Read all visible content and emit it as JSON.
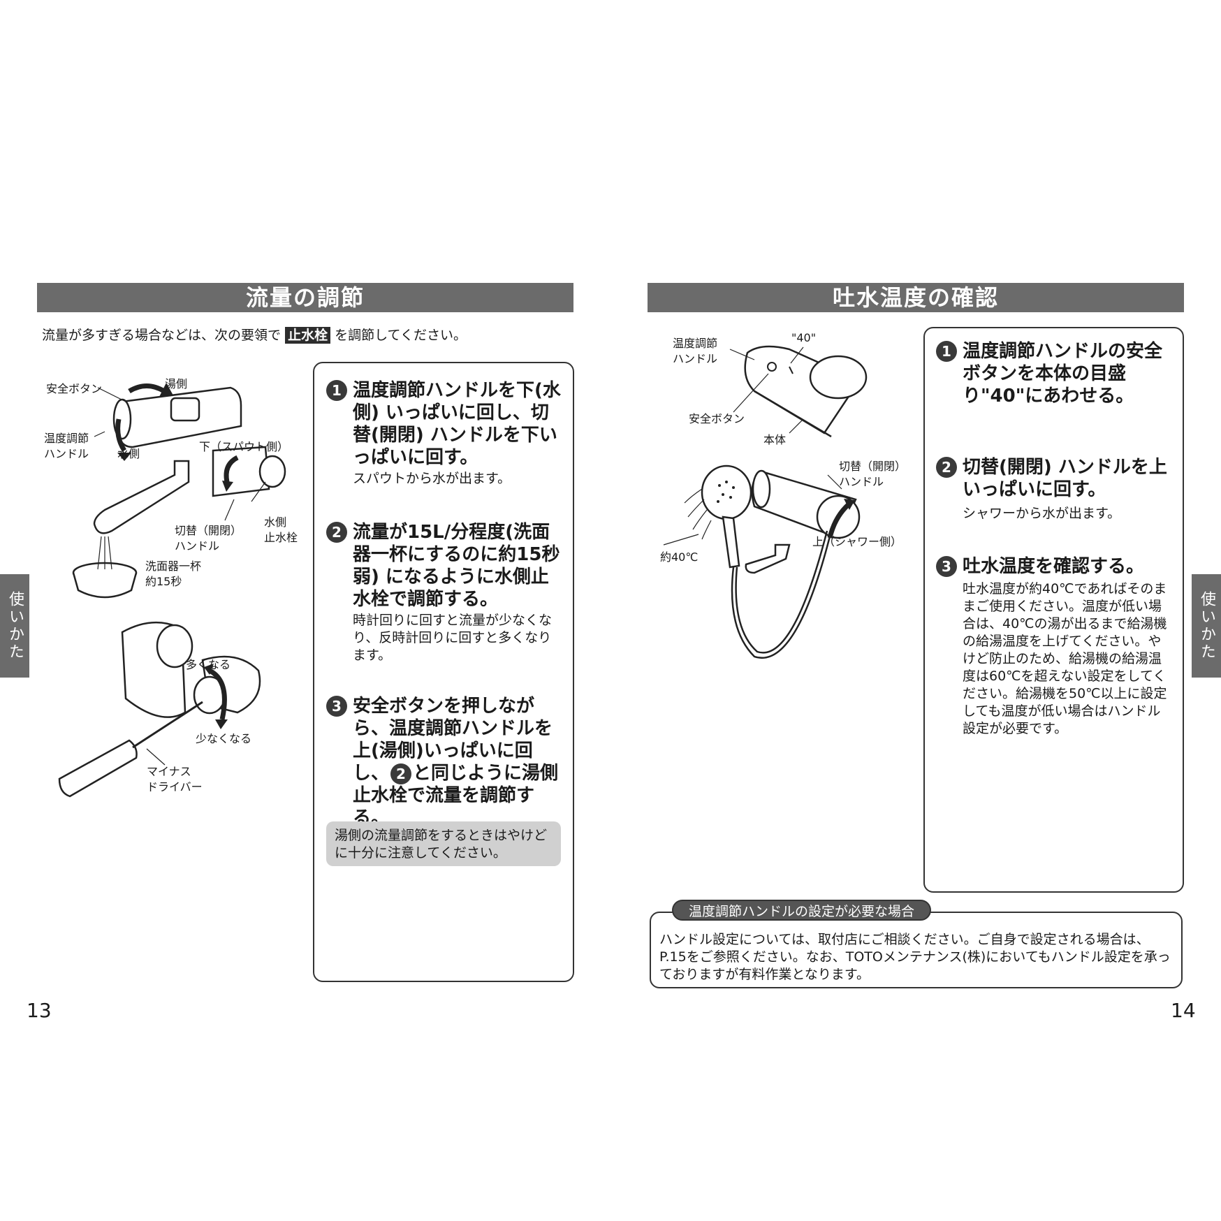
{
  "left": {
    "title": "流量の調節",
    "intro_before": "流量が多すぎる場合などは、次の要領で",
    "intro_tag": "止水栓",
    "intro_after": "を調節してください。",
    "diagram1_labels": {
      "safety_button": "安全ボタン",
      "hot_side": "湯側",
      "temp_handle_1": "温度調節",
      "temp_handle_2": "ハンドル",
      "water_side": "水側",
      "down_spout": "下（スパウト側）",
      "switch_handle_1": "切替（開閉）",
      "switch_handle_2": "ハンドル",
      "water_stop_1": "水側",
      "water_stop_2": "止水栓",
      "basin_1": "洗面器一杯",
      "basin_2": "約15秒"
    },
    "diagram2_labels": {
      "more": "多くなる",
      "less": "少なくなる",
      "driver_1": "マイナス",
      "driver_2": "ドライバー"
    },
    "steps": [
      {
        "num": "1",
        "title": "温度調節ハンドルを下(水側) いっぱいに回し、切替(開閉) ハンドルを下いっぱいに回す。",
        "text": "スパウトから水が出ます。"
      },
      {
        "num": "2",
        "title": "流量が15L/分程度(洗面器一杯にするのに約15秒弱) になるように水側止水栓で調節する。",
        "text": "時計回りに回すと流量が少なくなり、反時計回りに回すと多くなります。"
      },
      {
        "num": "3",
        "title_before": "安全ボタンを押しながら、温度調節ハンドルを上(湯側)いっぱいに回し、",
        "title_ref": "2",
        "title_after": "と同じように湯側止水栓で流量を調節する。"
      }
    ],
    "note": "湯側の流量調節をするときはやけどに十分に注意してください。",
    "side_tab": "使いかた",
    "page_number": "13"
  },
  "right": {
    "title": "吐水温度の確認",
    "diagram1_labels": {
      "temp_handle_1": "温度調節",
      "temp_handle_2": "ハンドル",
      "mark_40": "\"40\"",
      "safety_button": "安全ボタン",
      "body": "本体"
    },
    "diagram2_labels": {
      "switch_handle_1": "切替（開閉）",
      "switch_handle_2": "ハンドル",
      "up_shower": "上（シャワー側）",
      "approx_40": "約40℃"
    },
    "steps": [
      {
        "num": "1",
        "title": "温度調節ハンドルの安全ボタンを本体の目盛り\"40\"にあわせる。"
      },
      {
        "num": "2",
        "title": "切替(開閉) ハンドルを上いっぱいに回す。",
        "text": "シャワーから水が出ます。"
      },
      {
        "num": "3",
        "title": "吐水温度を確認する。",
        "text": "吐水温度が約40℃であればそのままご使用ください。温度が低い場合は、40℃の湯が出るまで給湯機の給湯温度を上げてください。やけど防止のため、給湯機の給湯温度は60℃を超えない設定をしてください。給湯機を50℃以上に設定しても温度が低い場合はハンドル設定が必要です。"
      }
    ],
    "bottom_title": "温度調節ハンドルの設定が必要な場合",
    "bottom_text": "ハンドル設定については、取付店にご相談ください。ご自身で設定される場合は、P.15をご参照ください。なお、TOTOメンテナンス(株)においてもハンドル設定を承っておりますが有料作業となります。",
    "side_tab": "使いかた",
    "page_number": "14"
  }
}
